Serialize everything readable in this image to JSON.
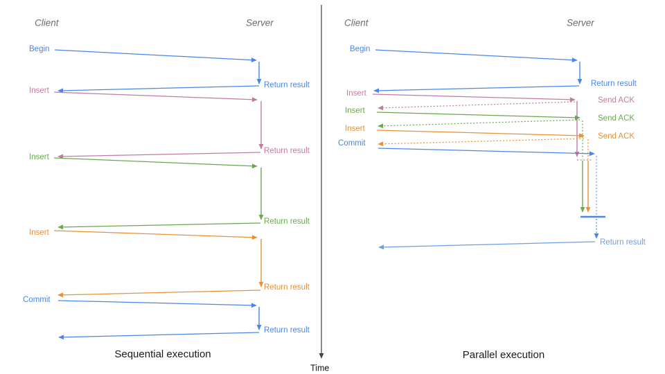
{
  "colors": {
    "blue": "#4a86e8",
    "light_blue": "#6d9eeb",
    "pink": "#c27ba0",
    "green": "#6aa84f",
    "orange": "#e69138",
    "axis": "#434343",
    "header_text": "#6b6b6b",
    "caption_text": "#1a1a1a"
  },
  "timeline": {
    "label": "Time"
  },
  "panels": [
    {
      "caption": "Sequential execution",
      "client_header": "Client",
      "server_header": "Server",
      "operations": [
        {
          "name": "Begin",
          "color": "blue",
          "response": "Return result"
        },
        {
          "name": "Insert",
          "color": "pink",
          "response": "Return result"
        },
        {
          "name": "Insert",
          "color": "green",
          "response": "Return result"
        },
        {
          "name": "Insert",
          "color": "orange",
          "response": "Return result"
        },
        {
          "name": "Commit",
          "color": "blue",
          "response": "Return result"
        }
      ]
    },
    {
      "caption": "Parallel execution",
      "client_header": "Client",
      "server_header": "Server",
      "operations": [
        {
          "name": "Begin",
          "color": "blue",
          "response": "Return result"
        },
        {
          "name": "Insert",
          "color": "pink",
          "response": "Send ACK"
        },
        {
          "name": "Insert",
          "color": "green",
          "response": "Send ACK"
        },
        {
          "name": "Insert",
          "color": "orange",
          "response": "Send ACK"
        },
        {
          "name": "Commit",
          "color": "blue",
          "response": "Return result"
        }
      ]
    }
  ]
}
